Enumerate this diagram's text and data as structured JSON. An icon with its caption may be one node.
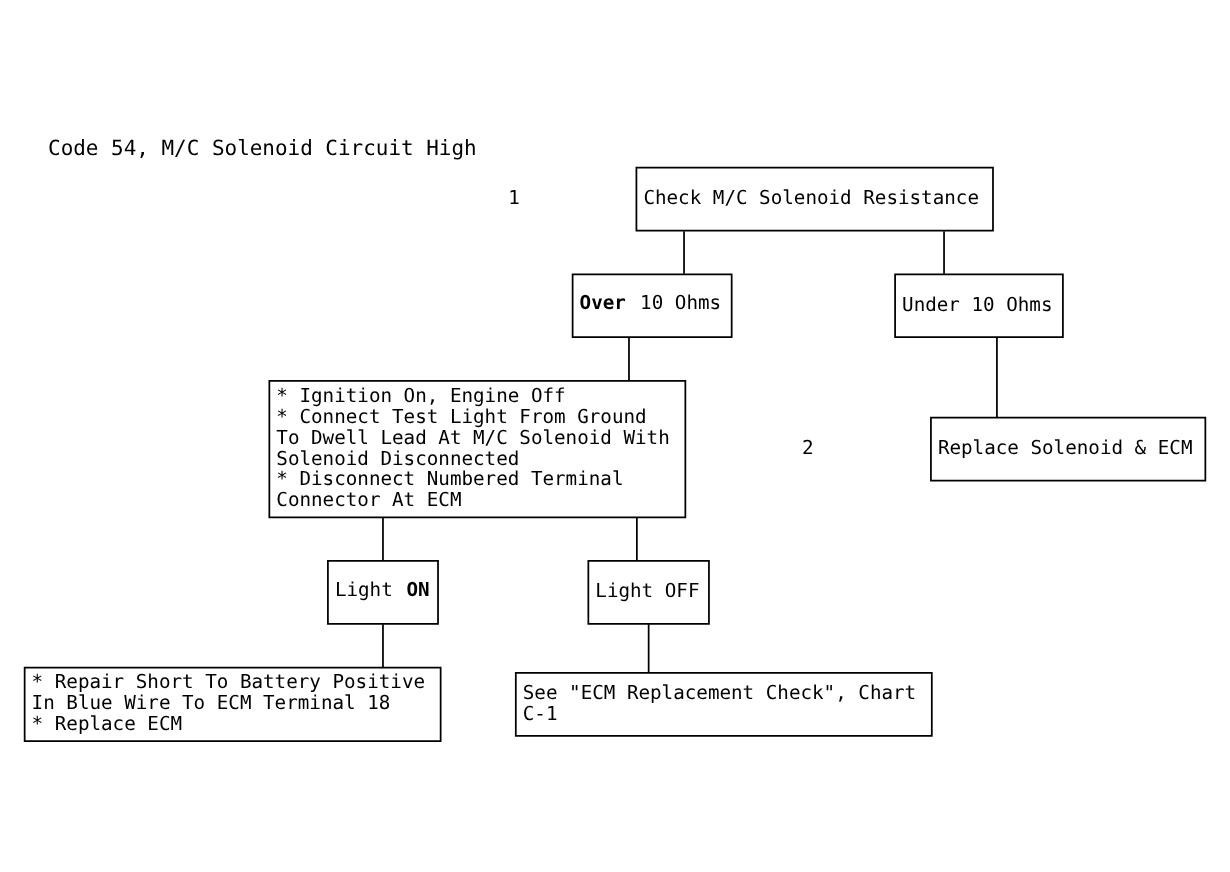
{
  "diagram": {
    "title": "Code 54, M/C Solenoid Circuit High",
    "nodes": [
      {
        "text": [
          "Check M/C Solenoid Resistance"
        ]
      },
      {
        "text": [
          "**Over** 10 Ohms"
        ]
      },
      {
        "text": [
          "Under 10 Ohms"
        ]
      },
      {
        "text": [
          "* Ignition On, Engine Off",
          "* Connect Test Light From Ground To Dwell Lead At M/C Solenoid With Solenoid Disconnected",
          "* Disconnect Numbered Terminal Connector At ECM"
        ]
      },
      {
        "text": [
          "Replace Solenoid & ECM"
        ]
      },
      {
        "text": [
          "Light **ON**"
        ]
      },
      {
        "text": [
          "Light OFF"
        ]
      },
      {
        "text": [
          "* Repair Short To Battery Positive In Blue Wire To ECM Terminal 18",
          "* Replace ECM"
        ]
      },
      {
        "text": [
          "See \"ECM Replacement Check\", Chart C-1"
        ]
      }
    ],
    "edges": [
      {
        "from": 0,
        "to": 1,
        "arrow": "none"
      },
      {
        "from": 0,
        "to": 2,
        "arrow": "none"
      },
      {
        "from": 1,
        "to": 3,
        "arrow": "none"
      },
      {
        "from": 2,
        "to": 4,
        "arrow": "none"
      },
      {
        "from": 3,
        "to": 5,
        "arrow": "none"
      },
      {
        "from": 3,
        "to": 6,
        "arrow": "none"
      },
      {
        "from": 5,
        "to": 7,
        "arrow": "none"
      },
      {
        "from": 6,
        "to": 8,
        "arrow": "none"
      }
    ],
    "labels": [
      "1",
      "2"
    ]
  }
}
